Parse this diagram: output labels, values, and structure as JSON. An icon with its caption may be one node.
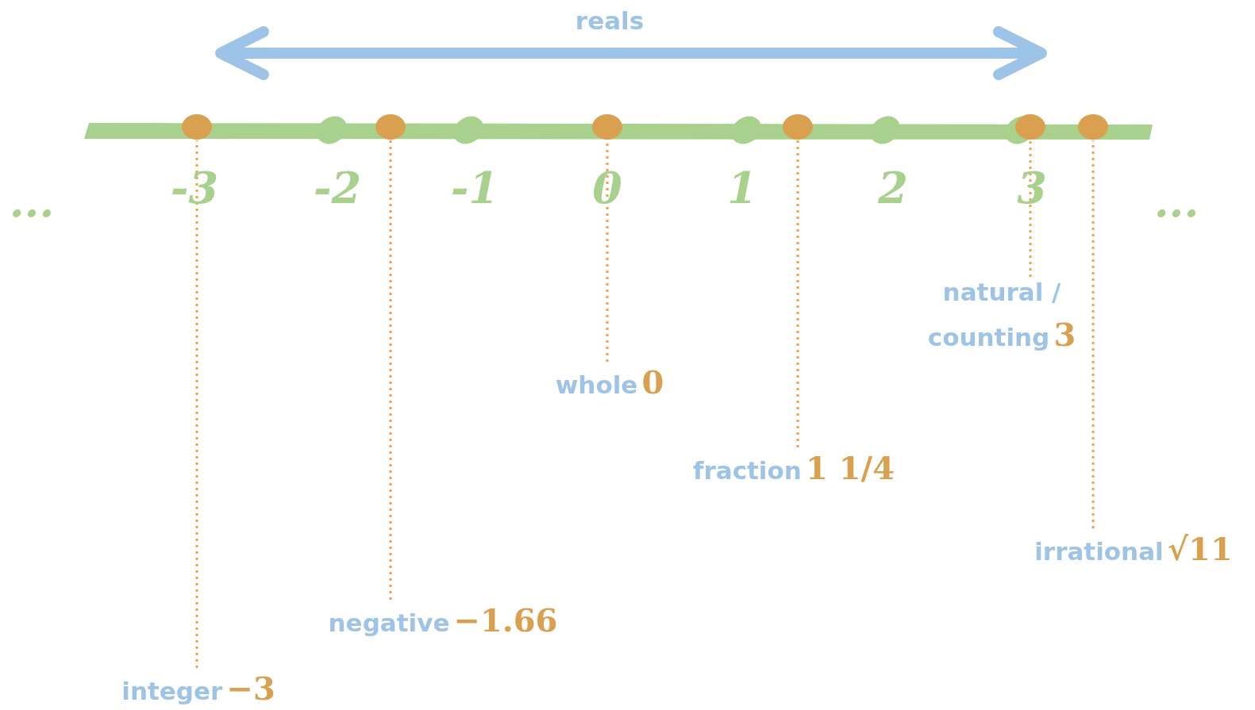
{
  "diagram": {
    "nodes": [
      {
        "text": [],
        "shape": "circle"
      },
      {
        "text": [],
        "shape": "circle"
      },
      {
        "text": [],
        "shape": "circle"
      },
      {
        "text": [],
        "shape": "circle"
      },
      {
        "text": [],
        "shape": "circle"
      },
      {
        "text": [],
        "shape": "circle"
      },
      {
        "text": [
          "natural / counting",
          "3"
        ]
      },
      {
        "text": [
          "whole",
          "0"
        ]
      },
      {
        "text": [
          "fraction",
          "1 1/4"
        ]
      },
      {
        "text": [
          "irrational",
          "√11"
        ]
      },
      {
        "text": [
          "negative",
          "−1.66"
        ]
      },
      {
        "text": [
          "integer",
          "−3"
        ]
      }
    ],
    "edges": [
      {
        "from": 6,
        "to": 4,
        "arrow": "none"
      },
      {
        "from": 7,
        "to": 2,
        "arrow": "none"
      },
      {
        "from": 8,
        "to": 3,
        "arrow": "none"
      },
      {
        "from": 9,
        "to": 5,
        "arrow": "none"
      },
      {
        "from": 10,
        "to": 1,
        "arrow": "none"
      },
      {
        "from": 11,
        "to": 0,
        "arrow": "none"
      }
    ],
    "labels": [
      "reals",
      "...",
      "-3",
      "-2",
      "-1",
      "0",
      "1",
      "2",
      "3",
      "..."
    ]
  }
}
